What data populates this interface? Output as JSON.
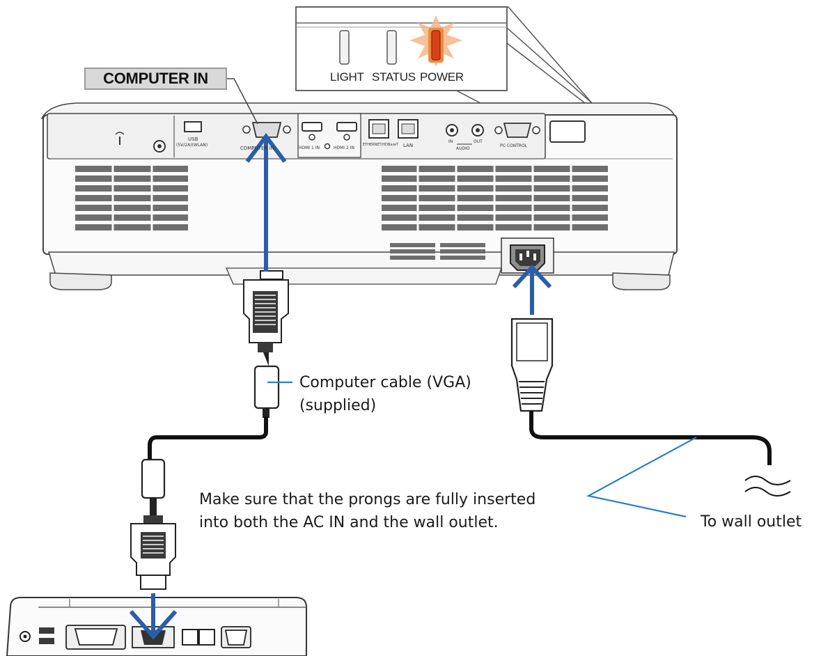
{
  "indicators": {
    "light": "LIGHT",
    "status": "STATUS",
    "power": "POWER"
  },
  "projector": {
    "computer_in_label": "COMPUTER IN",
    "ports": {
      "usb": "USB",
      "usb_sub": "(5V/2A)(WLAN)",
      "computer_in": "COMPUTER IN",
      "hdmi1": "HDMI 1 IN",
      "hdmi2": "HDMI 2 IN",
      "hdbaset": "ETHERNET/HDBaseT",
      "lan": "LAN",
      "audio_in": "IN",
      "audio_out": "OUT",
      "audio": "AUDIO",
      "pc_control": "PC CONTROL"
    }
  },
  "callouts": {
    "cable_line1": "Computer cable (VGA)",
    "cable_line2": "(supplied)",
    "prongs_line1": "Make sure that the prongs are fully inserted",
    "prongs_line2": "into both the AC IN and the wall outlet.",
    "wall_outlet": "To wall outlet"
  },
  "colors": {
    "arrow": "#2a5ea8",
    "callout_line": "#2a7fc9",
    "power_glow": "#f08a3c",
    "power_core": "#d8401a"
  }
}
